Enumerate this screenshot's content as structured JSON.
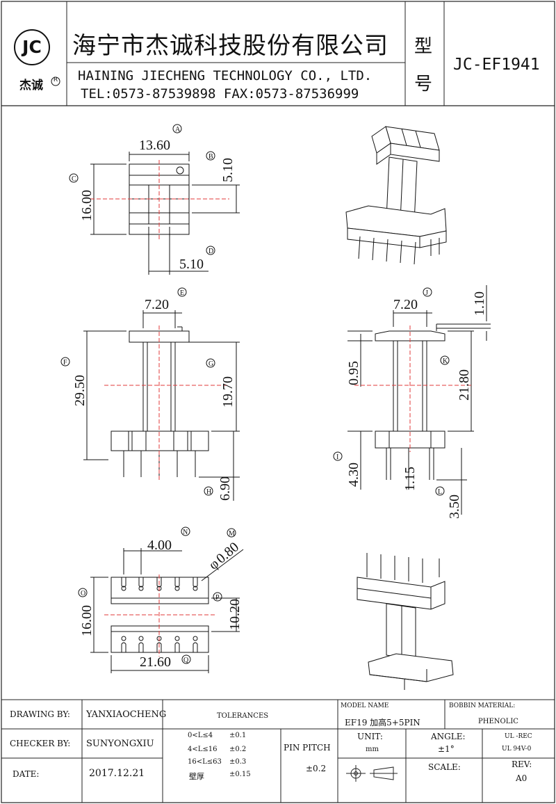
{
  "header": {
    "logo_letters": "JC",
    "logo_brand": "杰诚",
    "logo_registered": "R",
    "company_cn": "海宁市杰诚科技股份有限公司",
    "company_en": "HAINING JIECHENG TECHNOLOGY CO., LTD.",
    "contact": "TEL:0573-87539898   FAX:0573-87536999",
    "model_label_1": "型",
    "model_label_2": "号",
    "model_value": "JC-EF1941"
  },
  "drawing": {
    "views": [
      {
        "name": "top-view",
        "dims": [
          {
            "id": "A",
            "value": "13.60"
          },
          {
            "id": "B",
            "value": "5.10"
          },
          {
            "id": "C",
            "value": "16.00"
          },
          {
            "id": "D",
            "value": "5.10"
          }
        ]
      },
      {
        "name": "front-view",
        "dims": [
          {
            "id": "E",
            "value": "7.20"
          },
          {
            "id": "F",
            "value": "29.50"
          },
          {
            "id": "G",
            "value": "19.70"
          },
          {
            "id": "H",
            "value": "6.90"
          }
        ]
      },
      {
        "name": "side-view",
        "dims": [
          {
            "id": "J",
            "value": "7.20"
          },
          {
            "id": "J2",
            "value": "1.10"
          },
          {
            "id": "K",
            "value": "21.80"
          },
          {
            "id": "K2",
            "value": "0.95"
          },
          {
            "id": "I",
            "value": "4.30"
          },
          {
            "id": "I2",
            "value": "1.15"
          },
          {
            "id": "L",
            "value": "3.50"
          }
        ]
      },
      {
        "name": "bottom-view",
        "dims": [
          {
            "id": "N",
            "value": "4.00"
          },
          {
            "id": "M",
            "value": "0.80"
          },
          {
            "id": "O",
            "value": "16.00"
          },
          {
            "id": "P",
            "value": "10.20"
          },
          {
            "id": "Q",
            "value": "21.60"
          }
        ]
      }
    ],
    "dim_color": "#111111",
    "center_line_color": "#e23a3a",
    "phi_symbol": "φ"
  },
  "title_block": {
    "drawing_by_label": "DRAWING  BY:",
    "drawing_by_value": "YANXIAOCHENG",
    "checker_by_label": "CHECKER  BY:",
    "checker_by_value": "SUNYONGXIU",
    "date_label": "DATE:",
    "date_value": "2017.12.21",
    "tolerances_label": "TOLERANCES",
    "tolerance_rows": [
      {
        "range": "0<L≤4",
        "tol": "±0.1"
      },
      {
        "range": "4<L≤16",
        "tol": "±0.2"
      },
      {
        "range": "16<L≤63",
        "tol": "±0.3"
      },
      {
        "range": "壁厚",
        "tol": "±0.15"
      }
    ],
    "pin_pitch_label": "PIN PITCH",
    "pin_pitch_value": "±0.2",
    "model_name_label": "MODEL NAME",
    "model_name_value": "EF19  加高5+5PIN",
    "bobbin_material_label": "BOBBIN MATERIAL:",
    "bobbin_material_value": "PHENOLIC",
    "unit_label": "UNIT:",
    "unit_value": "mm",
    "angle_label": "ANGLE:",
    "angle_value": "±1°",
    "ul_rec": "UL -REC",
    "ul_94": "UL  94V-0",
    "scale_label": "SCALE:",
    "rev_label": "REV:",
    "rev_value": "A0"
  }
}
